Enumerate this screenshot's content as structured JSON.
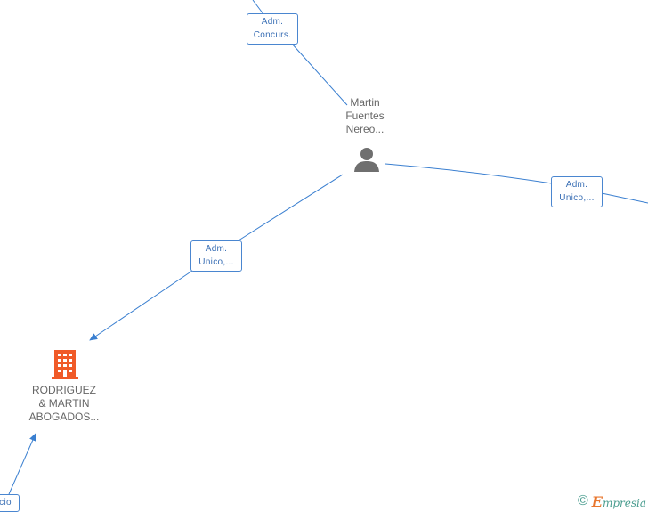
{
  "nodes": {
    "person": {
      "lines": [
        "Martin",
        "Fuentes",
        "Nereo..."
      ]
    },
    "company": {
      "lines": [
        "RODRIGUEZ",
        "& MARTIN",
        "ABOGADOS..."
      ]
    }
  },
  "relations": {
    "top": [
      "Adm.",
      "Concurs."
    ],
    "right": [
      "Adm.",
      "Unico,..."
    ],
    "middle": [
      "Adm.",
      "Unico,..."
    ],
    "bottom": "cio"
  },
  "footer": {
    "copyright": "©",
    "brand_initial": "E",
    "brand_rest": "mpresia"
  },
  "colors": {
    "edge": "#3a7fd0",
    "company_icon": "#f05a28",
    "person_icon": "#6f6f6f"
  }
}
